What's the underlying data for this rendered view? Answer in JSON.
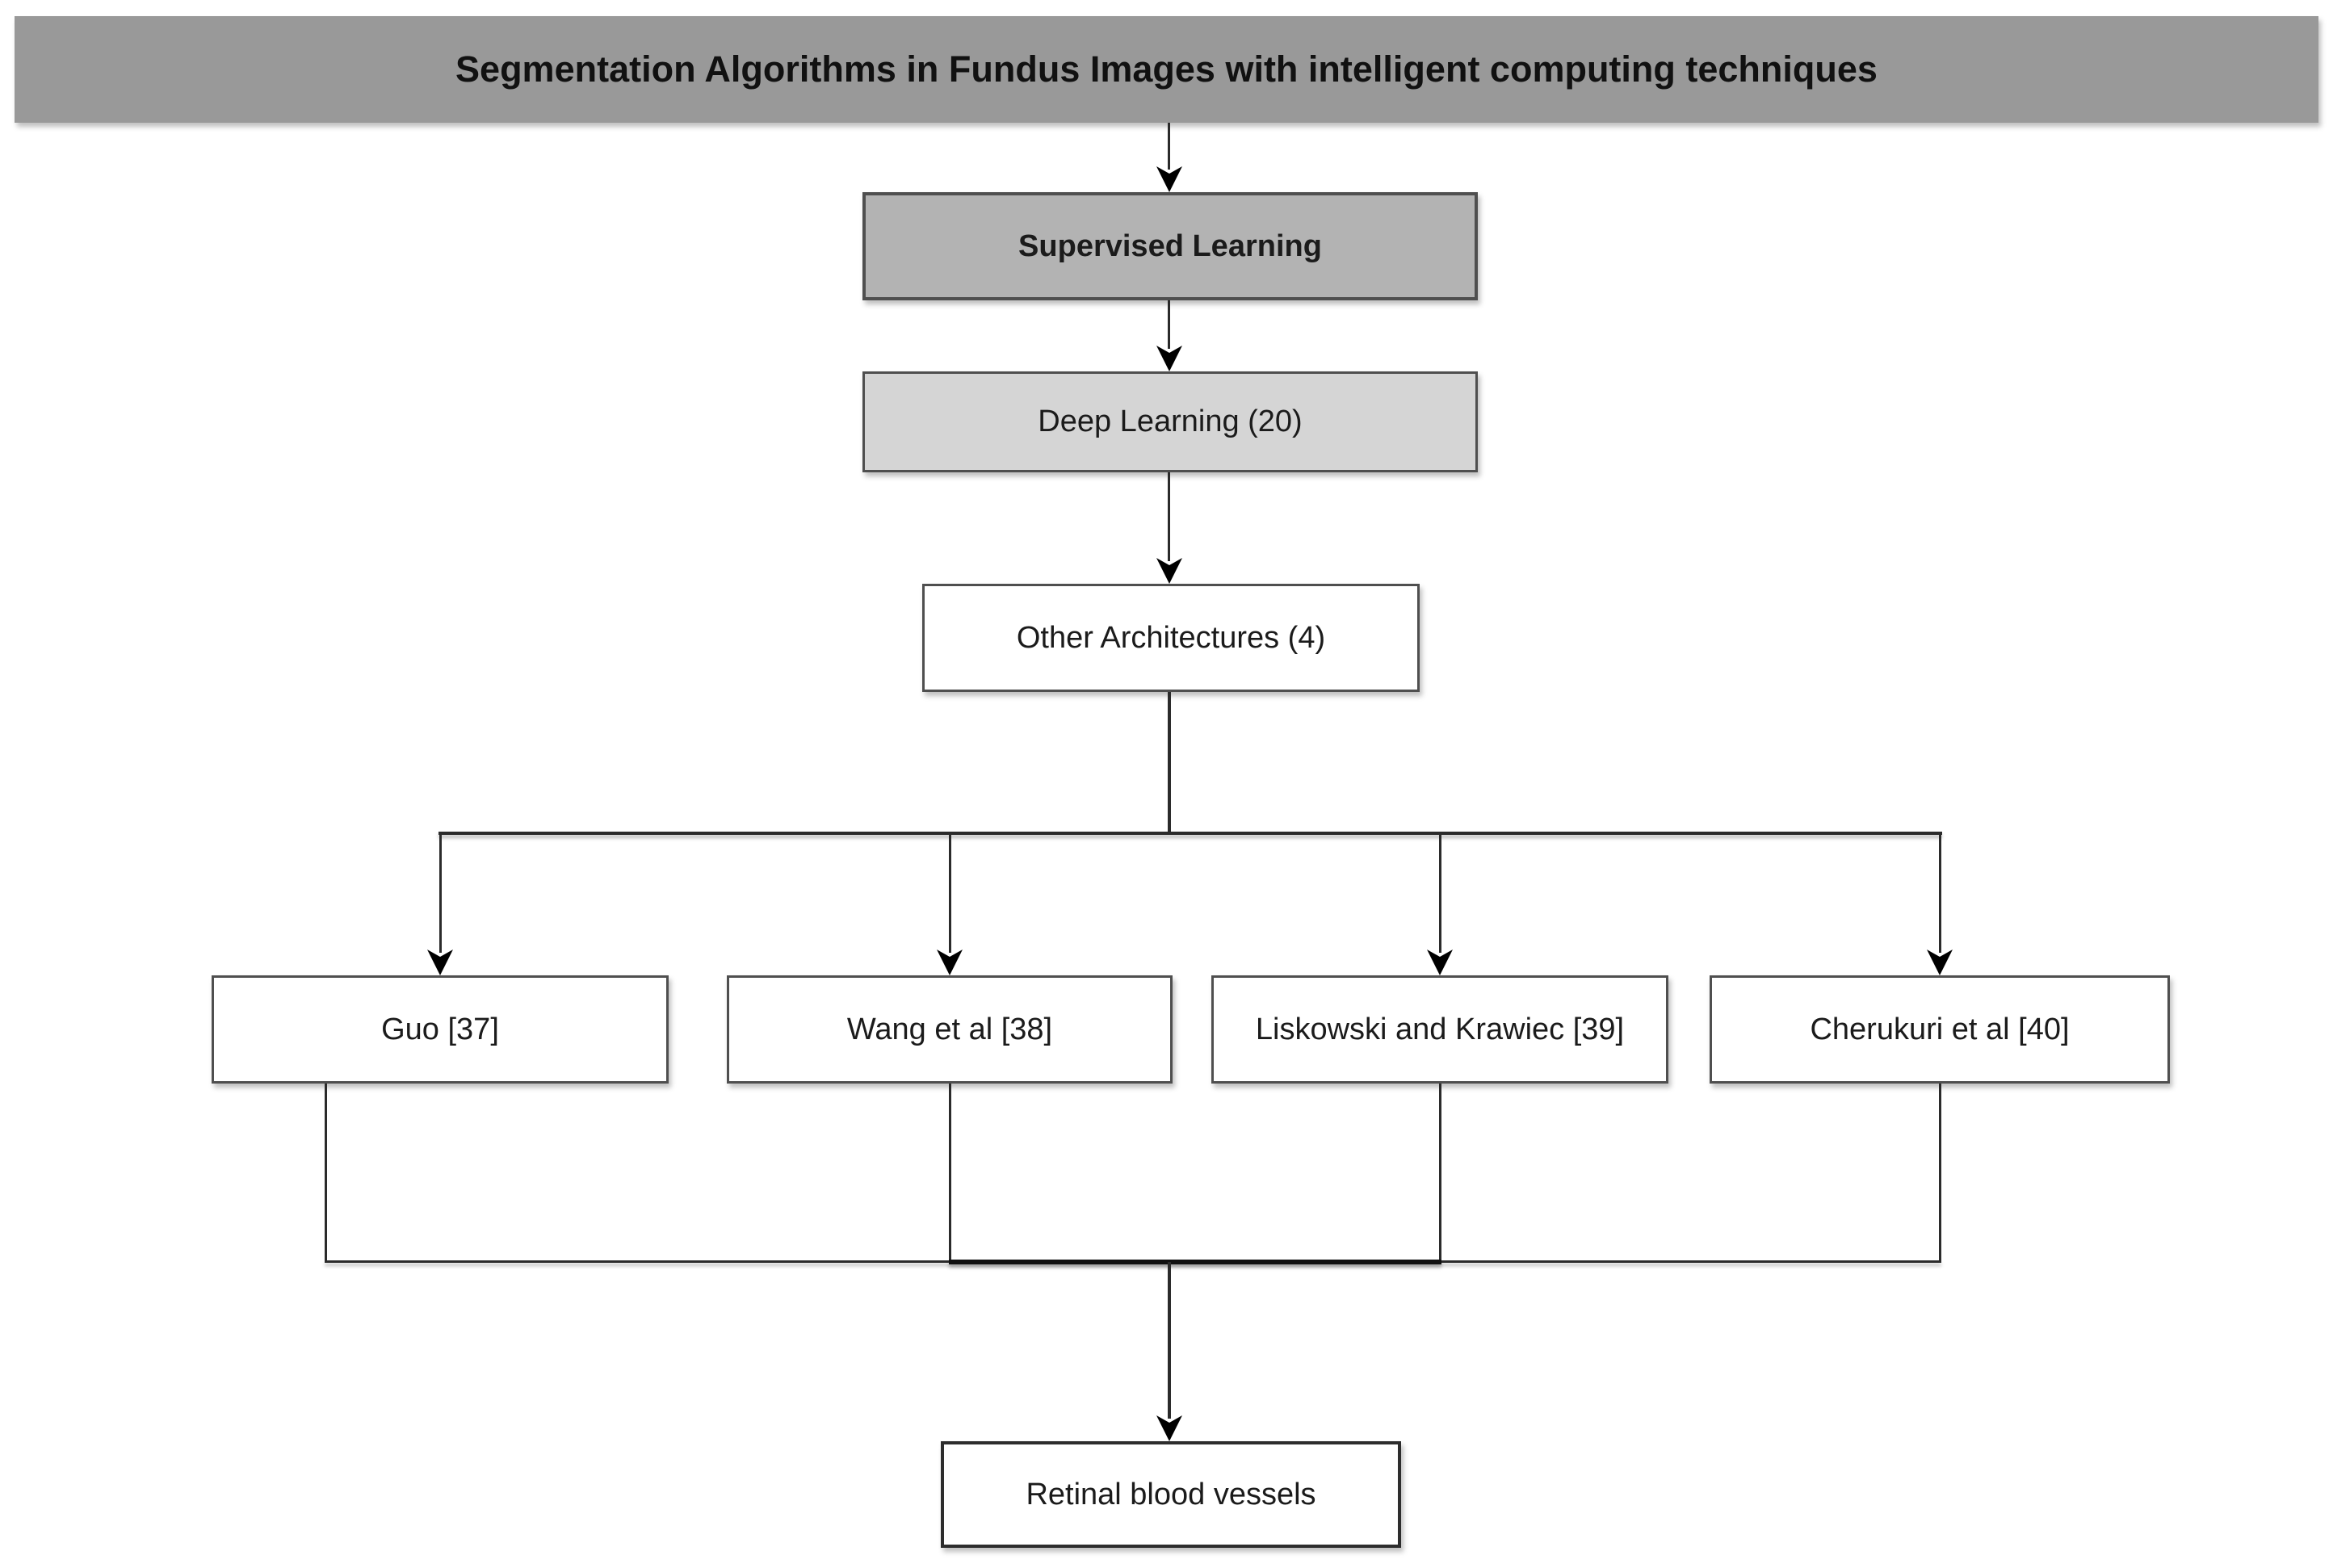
{
  "diagram": {
    "title": "Segmentation Algorithms in Fundus Images with intelligent computing techniques",
    "nodes": {
      "supervised": {
        "label": "Supervised Learning"
      },
      "deep_learning": {
        "label": "Deep Learning (20)"
      },
      "other_architectures": {
        "label": "Other Architectures (4)"
      },
      "guo": {
        "label": "Guo [37]"
      },
      "wang": {
        "label": "Wang et al [38]"
      },
      "liskowski": {
        "label": "Liskowski and Krawiec [39]"
      },
      "cherukuri": {
        "label": "Cherukuri et al [40]"
      },
      "outcome": {
        "label": "Retinal blood vessels"
      }
    },
    "edges": [
      {
        "from": "title",
        "to": "supervised"
      },
      {
        "from": "supervised",
        "to": "deep_learning"
      },
      {
        "from": "deep_learning",
        "to": "other_architectures"
      },
      {
        "from": "other_architectures",
        "to": "guo"
      },
      {
        "from": "other_architectures",
        "to": "wang"
      },
      {
        "from": "other_architectures",
        "to": "liskowski"
      },
      {
        "from": "other_architectures",
        "to": "cherukuri"
      },
      {
        "from": "guo",
        "to": "outcome"
      },
      {
        "from": "wang",
        "to": "outcome"
      },
      {
        "from": "liskowski",
        "to": "outcome"
      },
      {
        "from": "cherukuri",
        "to": "outcome"
      }
    ],
    "colors": {
      "banner_fill": "#999999",
      "supervised_fill": "#b3b3b3",
      "deep_learning_fill": "#d5d5d5",
      "node_fill": "#ffffff",
      "border": "#4f4f4f",
      "connector": "#2b2b2b",
      "text": "#1b1b1b"
    }
  }
}
